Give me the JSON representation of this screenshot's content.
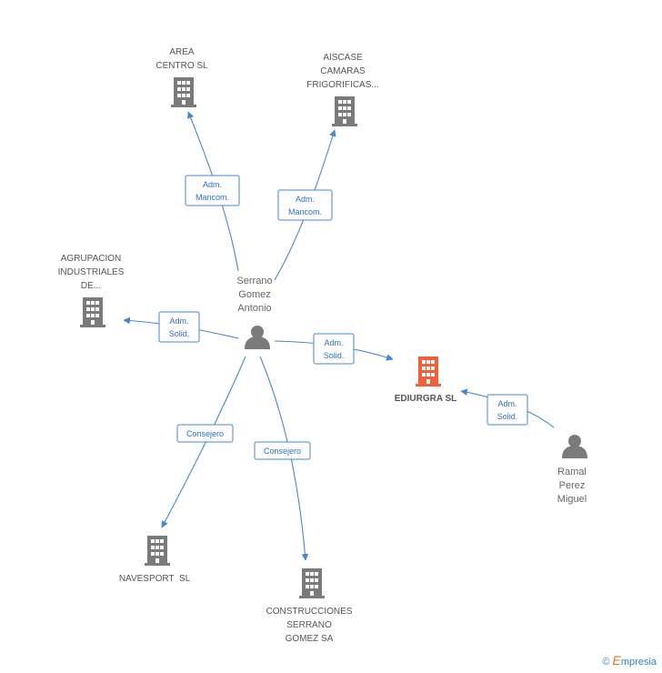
{
  "companies": {
    "area_centro": [
      "AREA",
      "CENTRO SL"
    ],
    "aiscase": [
      "AISCASE",
      "CAMARAS",
      "FRIGORIFICAS..."
    ],
    "agrupacion": [
      "AGRUPACION",
      "INDUSTRIALES",
      "DE..."
    ],
    "navesport": [
      "NAVESPORT  SL"
    ],
    "construcciones": [
      "CONSTRUCCIONES",
      "SERRANO",
      "GOMEZ SA"
    ],
    "ediurgra": [
      "EDIURGRA SL"
    ]
  },
  "persons": {
    "serrano": [
      "Serrano",
      "Gomez",
      "Antonio"
    ],
    "ramal": [
      "Ramal",
      "Perez",
      "Miguel"
    ]
  },
  "relations": {
    "to_area_centro": [
      "Adm.",
      "Mancom."
    ],
    "to_aiscase": [
      "Adm.",
      "Mancom."
    ],
    "to_agrupacion": [
      "Adm.",
      "Solid."
    ],
    "to_ediurgra_serrano": [
      "Adm.",
      "Solid."
    ],
    "to_ediurgra_ramal": [
      "Adm.",
      "Solid."
    ],
    "to_navesport": [
      "Consejero"
    ],
    "to_construcciones": [
      "Consejero"
    ]
  },
  "colors": {
    "building": "#7a7a7a",
    "building_focus": "#f0603a",
    "person": "#7a7a7a",
    "edge": "#4a86cf"
  },
  "footer": {
    "copyright": "©",
    "brand_initial": "E",
    "brand_rest": "mpresia"
  }
}
